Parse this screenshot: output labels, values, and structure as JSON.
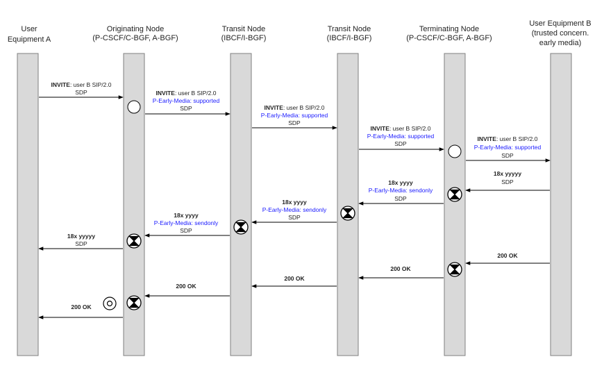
{
  "headers": {
    "ue_a": [
      "User",
      "Equipment  A"
    ],
    "orig": [
      "Originating Node",
      "(P-CSCF/C-BGF, A-BGF)"
    ],
    "transit1": [
      "Transit Node",
      "(IBCF/I-BGF)"
    ],
    "transit2": [
      "Transit Node",
      "(IBCF/I-BGF)"
    ],
    "term": [
      "Terminating Node",
      "(P-CSCF/C-BGF, A-BGF)"
    ],
    "ue_b": [
      "User Equipment  B",
      "(trusted concern.",
      "early media)"
    ]
  },
  "messages": {
    "invite1": {
      "bold": "INVITE",
      "rest": ": user B SIP/2.0",
      "sdp": "SDP"
    },
    "invite2": {
      "bold": "INVITE",
      "rest": ": user B SIP/2.0",
      "pem": "P-Early-Media: supported",
      "sdp": "SDP"
    },
    "invite3": {
      "bold": "INVITE",
      "rest": ": user B SIP/2.0",
      "pem": "P-Early-Media: supported",
      "sdp": "SDP"
    },
    "invite4": {
      "bold": "INVITE",
      "rest": ": user B SIP/2.0",
      "pem": "P-Early-Media: supported",
      "sdp": "SDP"
    },
    "invite5": {
      "bold": "INVITE",
      "rest": ": user B SIP/2.0",
      "pem": "P-Early-Media: supported",
      "sdp": "SDP"
    },
    "r18_1": {
      "status": "18x yyyyy",
      "sdp": "SDP"
    },
    "r18_2": {
      "status": "18x yyyy",
      "pem": "P-Early-Media: sendonly",
      "sdp": "SDP"
    },
    "r18_3": {
      "status": "18x yyyy",
      "pem": "P-Early-Media: sendonly",
      "sdp": "SDP"
    },
    "r18_4": {
      "status": "18x yyyy",
      "pem": "P-Early-Media: sendonly",
      "sdp": "SDP"
    },
    "r18_5": {
      "status": "18x yyyyy",
      "sdp": "SDP"
    },
    "ok1": "200 OK",
    "ok2": "200 OK",
    "ok3": "200 OK",
    "ok4": "200 OK",
    "ok5": "200 OK"
  },
  "colors": {
    "lifeline": "#d9d9d9",
    "lifeline_border": "#7f7f7f",
    "arrow": "#000000",
    "header_text": "#222222",
    "p_early_media": "#1a1aff"
  }
}
